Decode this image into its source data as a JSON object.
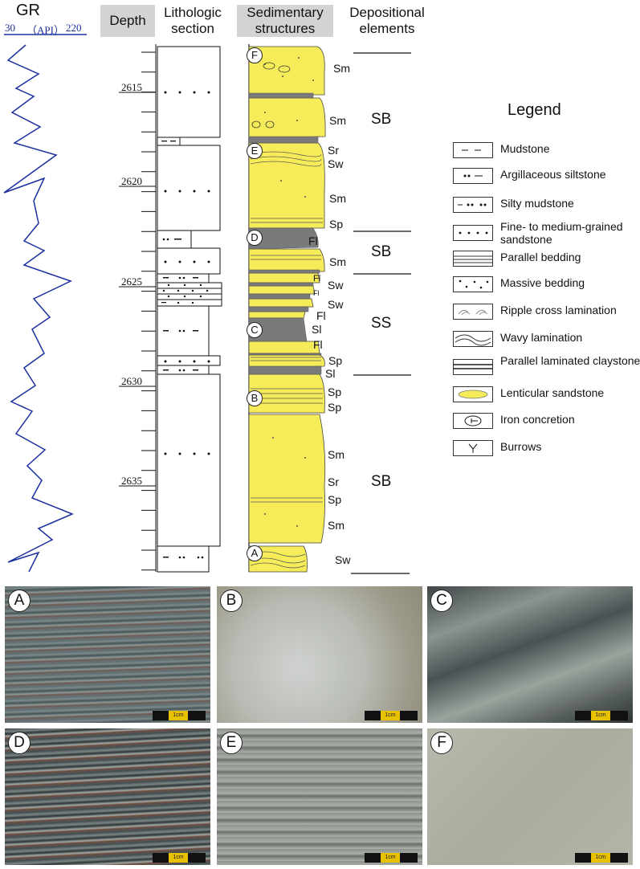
{
  "gr": {
    "title": "GR",
    "scale_min": "30",
    "scale_unit": "（API）",
    "scale_max": "220"
  },
  "headers": {
    "depth": "Depth",
    "lithologic": [
      "Lithologic",
      "section"
    ],
    "sedimentary": [
      "Sedimentary",
      "structures"
    ],
    "depositional": [
      "Depositional",
      "elements"
    ]
  },
  "depth_labels": [
    "2615",
    "2620",
    "2625",
    "2630",
    "2635"
  ],
  "structure_codes": [
    "Sm",
    "Sm",
    "Sr",
    "Sw",
    "Sm",
    "Sp",
    "Fl",
    "Sm",
    "Fl",
    "Sw",
    "Fl",
    "Sw",
    "Fl",
    "Sl",
    "Fl",
    "Sp",
    "Sl",
    "Sp",
    "Sp",
    "Sm",
    "Sr",
    "Sp",
    "Sm",
    "Sw"
  ],
  "sample_markers": [
    "F",
    "E",
    "D",
    "C",
    "B",
    "A"
  ],
  "depositional_elements": [
    "SB",
    "SB",
    "SS",
    "SB"
  ],
  "legend": {
    "title": "Legend",
    "items": [
      {
        "label": "Mudstone",
        "icon": "mudstone-icon"
      },
      {
        "label": "Argillaceous siltstone",
        "icon": "argillaceous-siltstone-icon"
      },
      {
        "label": "Silty mudstone",
        "icon": "silty-mudstone-icon"
      },
      {
        "label": "Fine- to medium-grained sandstone",
        "icon": "sandstone-icon"
      },
      {
        "label": "Parallel bedding",
        "icon": "parallel-bedding-icon"
      },
      {
        "label": "Massive bedding",
        "icon": "massive-bedding-icon"
      },
      {
        "label": "Ripple cross lamination",
        "icon": "ripple-icon"
      },
      {
        "label": "Wavy lamination",
        "icon": "wavy-icon"
      },
      {
        "label": "Parallel laminated claystone",
        "icon": "laminated-claystone-icon"
      },
      {
        "label": "Lenticular sandstone",
        "icon": "lenticular-sandstone-icon"
      },
      {
        "label": "Iron concretion",
        "icon": "iron-concretion-icon"
      },
      {
        "label": "Burrows",
        "icon": "burrows-icon"
      }
    ]
  },
  "photos": [
    {
      "letter": "A",
      "scale": "1cm"
    },
    {
      "letter": "B",
      "scale": "1cm"
    },
    {
      "letter": "C",
      "scale": "1cm"
    },
    {
      "letter": "D",
      "scale": "1cm"
    },
    {
      "letter": "E",
      "scale": "1cm"
    },
    {
      "letter": "F",
      "scale": "1cm"
    }
  ],
  "colors": {
    "gr_curve": "#1c2fa0",
    "sand": "#f6ec5a",
    "clay": "#808080",
    "header_bg": "#d3d3d3"
  }
}
